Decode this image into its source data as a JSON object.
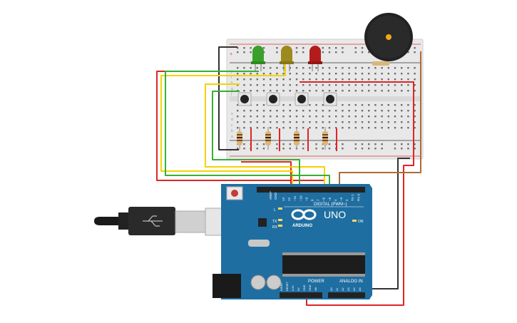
{
  "board": {
    "name": "UNO",
    "brand": "ARDUINO",
    "header_digital": "DIGITAL (PWM~)",
    "header_power": "POWER",
    "header_analog": "ANALOG IN",
    "label_aref": "AREF",
    "label_gnd": "GND",
    "label_tx": "TX",
    "label_rx": "RX",
    "label_l": "L",
    "label_on": "ON",
    "power_pins": [
      "IOREF",
      "RESET",
      "3.3V",
      "5V",
      "GND",
      "GND",
      "Vin"
    ],
    "analog_pins": [
      "A0",
      "A1",
      "A2",
      "A3",
      "A4",
      "A5"
    ],
    "digital_pins": [
      "13",
      "12",
      "~11",
      "~10",
      "~9",
      "8",
      "7",
      "~6",
      "~5",
      "4",
      "~3",
      "2",
      "TX 1",
      "RX 0"
    ],
    "color": "#1f6ea1"
  },
  "leds": [
    {
      "name": "green-led",
      "color": "#3aa02b"
    },
    {
      "name": "yellow-led",
      "color": "#9c8a1c"
    },
    {
      "name": "red-led",
      "color": "#b31c1c"
    }
  ],
  "buttons": [
    "button-1",
    "button-2",
    "button-3",
    "button-4"
  ],
  "wire_colors": {
    "red": "#e02424",
    "yellow": "#f5d300",
    "green": "#35b035",
    "black": "#333333",
    "brown": "#b06a36"
  },
  "breadboard": {
    "row_letters": [
      "a",
      "b",
      "c",
      "d",
      "e",
      "f",
      "g",
      "h",
      "i",
      "j"
    ],
    "rail_plus": "+",
    "rail_minus": "-"
  }
}
